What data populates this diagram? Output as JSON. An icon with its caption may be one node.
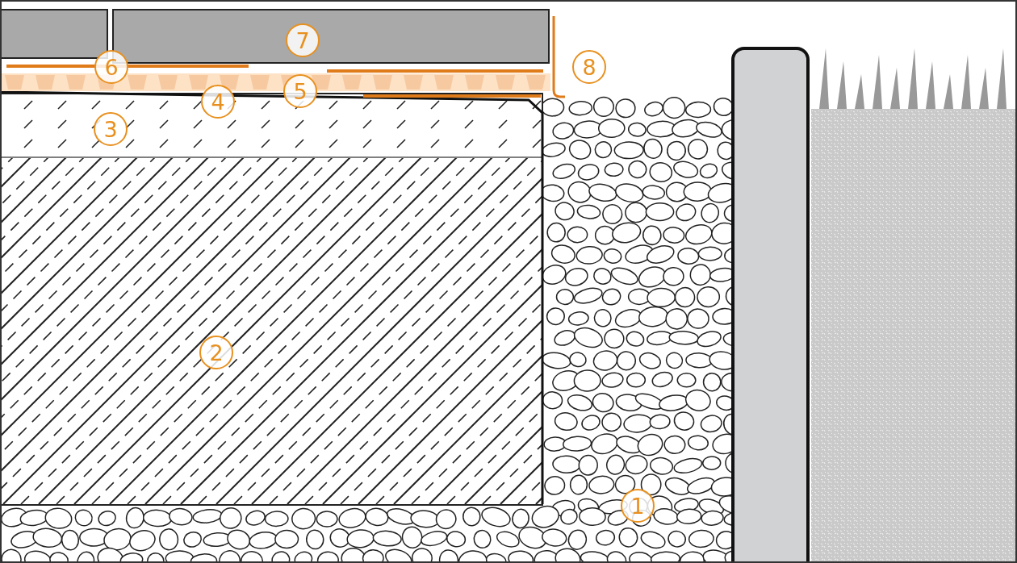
{
  "diagram": {
    "labels": [
      "7",
      "6",
      "8",
      "4",
      "5",
      "3",
      "2",
      "1"
    ]
  }
}
